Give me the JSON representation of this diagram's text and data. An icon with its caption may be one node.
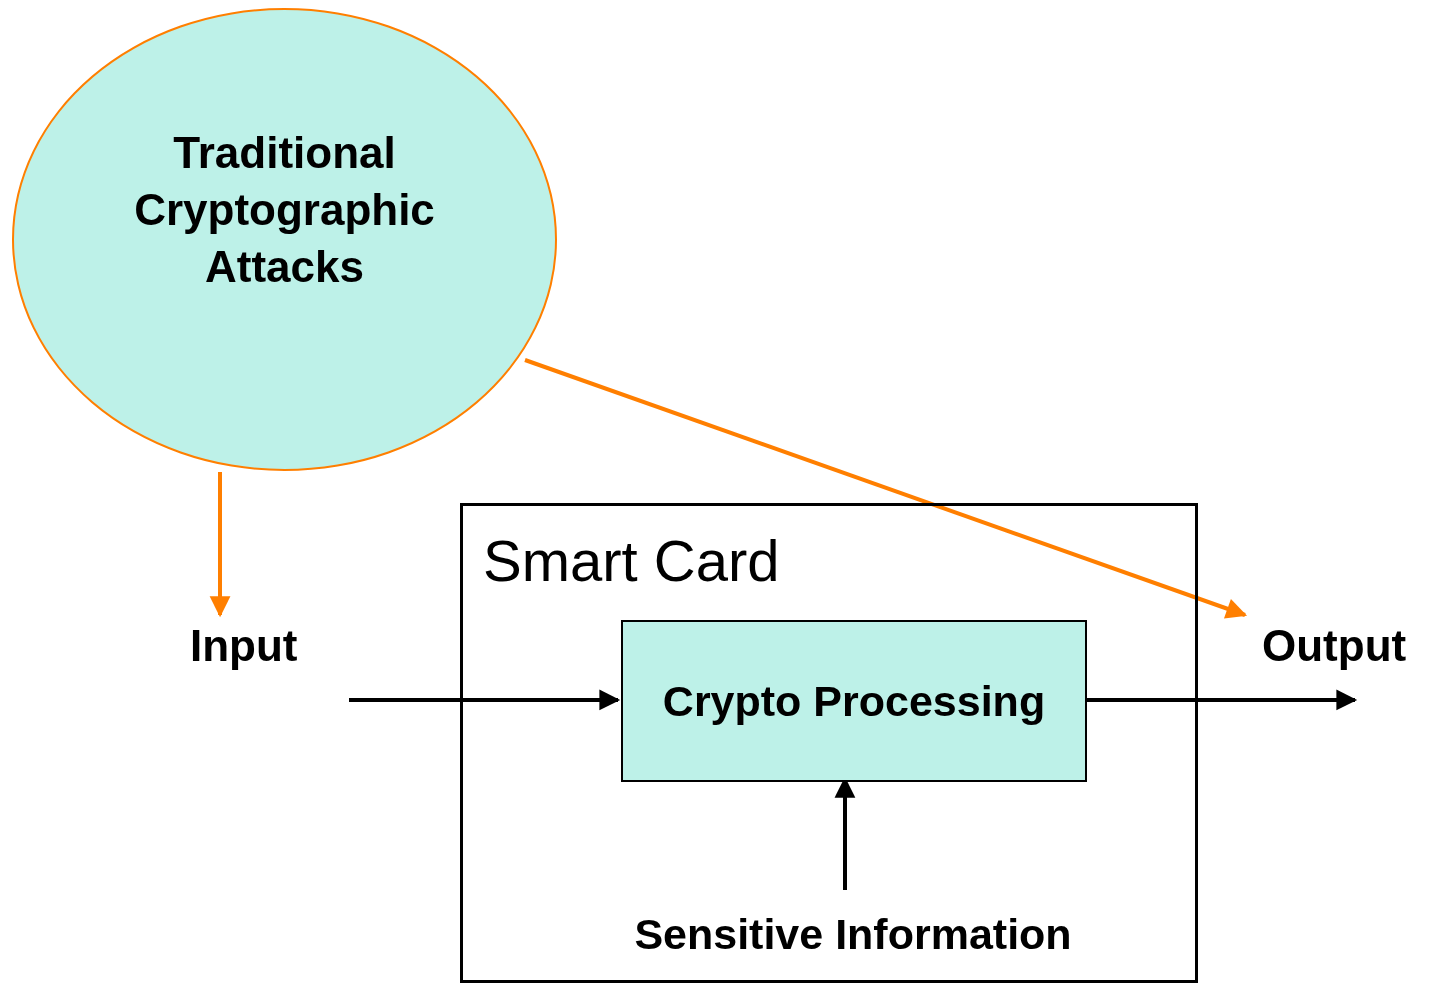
{
  "diagram": {
    "nodes": [
      {
        "text": [
          "Traditional Cryptographic Attacks"
        ]
      },
      {
        "text": [
          "Input"
        ]
      },
      {
        "text": [
          "Smart Card"
        ]
      },
      {
        "text": [
          "Crypto Processing"
        ],
        "in": 2
      },
      {
        "text": [
          "Sensitive Information"
        ],
        "in": 2
      },
      {
        "text": [
          "Output"
        ]
      }
    ],
    "edges": [
      {
        "from": 0,
        "to": 1,
        "arrow": "to",
        "color": "#ff7f00"
      },
      {
        "from": 0,
        "to": 5,
        "arrow": "to",
        "color": "#ff7f00"
      },
      {
        "from": 1,
        "to": 3,
        "arrow": "to"
      },
      {
        "from": 3,
        "to": 5,
        "arrow": "to"
      },
      {
        "from": 4,
        "to": 3,
        "arrow": "to"
      }
    ]
  }
}
